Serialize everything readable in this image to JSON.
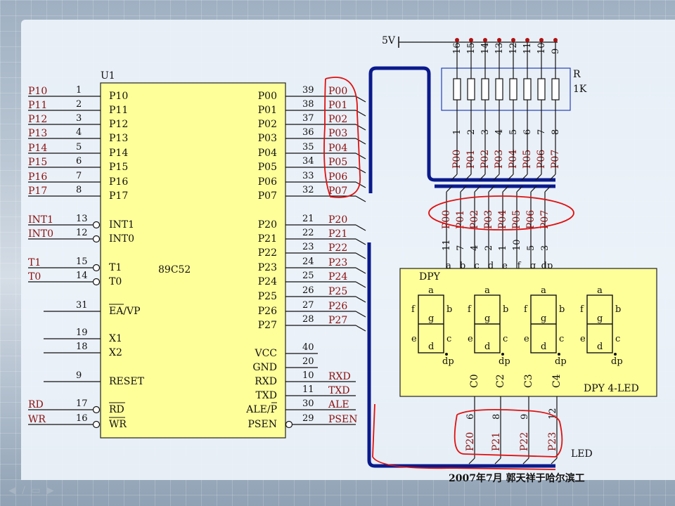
{
  "chip": {
    "designator": "U1",
    "part": "89C52",
    "left_pins": [
      {
        "num": "1",
        "name": "P10",
        "net": "P10"
      },
      {
        "num": "2",
        "name": "P11",
        "net": "P11"
      },
      {
        "num": "3",
        "name": "P12",
        "net": "P12"
      },
      {
        "num": "4",
        "name": "P13",
        "net": "P13"
      },
      {
        "num": "5",
        "name": "P14",
        "net": "P14"
      },
      {
        "num": "6",
        "name": "P15",
        "net": "P15"
      },
      {
        "num": "7",
        "name": "P16",
        "net": "P16"
      },
      {
        "num": "8",
        "name": "P17",
        "net": "P17"
      },
      {
        "num": "13",
        "name": "INT1",
        "net": "INT1"
      },
      {
        "num": "12",
        "name": "INT0",
        "net": "INT0"
      },
      {
        "num": "15",
        "name": "T1",
        "net": "T1"
      },
      {
        "num": "14",
        "name": "T0",
        "net": "T0"
      },
      {
        "num": "31",
        "name": "EA/VP",
        "net": ""
      },
      {
        "num": "19",
        "name": "X1",
        "net": ""
      },
      {
        "num": "18",
        "name": "X2",
        "net": ""
      },
      {
        "num": "9",
        "name": "RESET",
        "net": ""
      },
      {
        "num": "17",
        "name": "RD",
        "net": "RD"
      },
      {
        "num": "16",
        "name": "WR",
        "net": "WR"
      }
    ],
    "right_pins": [
      {
        "num": "39",
        "name": "P00",
        "net": "P00"
      },
      {
        "num": "38",
        "name": "P01",
        "net": "P01"
      },
      {
        "num": "37",
        "name": "P02",
        "net": "P02"
      },
      {
        "num": "36",
        "name": "P03",
        "net": "P03"
      },
      {
        "num": "35",
        "name": "P04",
        "net": "P04"
      },
      {
        "num": "34",
        "name": "P05",
        "net": "P05"
      },
      {
        "num": "33",
        "name": "P06",
        "net": "P06"
      },
      {
        "num": "32",
        "name": "P07",
        "net": "P07"
      },
      {
        "num": "21",
        "name": "P20",
        "net": "P20"
      },
      {
        "num": "22",
        "name": "P21",
        "net": "P21"
      },
      {
        "num": "23",
        "name": "P22",
        "net": "P22"
      },
      {
        "num": "24",
        "name": "P23",
        "net": "P23"
      },
      {
        "num": "25",
        "name": "P24",
        "net": "P24"
      },
      {
        "num": "26",
        "name": "P25",
        "net": "P25"
      },
      {
        "num": "27",
        "name": "P26",
        "net": "P26"
      },
      {
        "num": "28",
        "name": "P27",
        "net": "P27"
      },
      {
        "num": "40",
        "name": "VCC",
        "net": ""
      },
      {
        "num": "20",
        "name": "GND",
        "net": ""
      },
      {
        "num": "10",
        "name": "RXD",
        "net": "RXD"
      },
      {
        "num": "11",
        "name": "TXD",
        "net": "TXD"
      },
      {
        "num": "30",
        "name": "ALE/P",
        "net": "ALE"
      },
      {
        "num": "29",
        "name": "PSEN",
        "net": "PSEN"
      }
    ]
  },
  "resistor": {
    "supply": "5V",
    "designator": "R",
    "value": "1K",
    "top_pins": [
      "16",
      "15",
      "14",
      "13",
      "12",
      "11",
      "10",
      "9"
    ],
    "bottom_pins": [
      "1",
      "2",
      "3",
      "4",
      "5",
      "6",
      "7",
      "8"
    ],
    "bottom_nets": [
      "P00",
      "P01",
      "P02",
      "P03",
      "P04",
      "P05",
      "P06",
      "P07"
    ]
  },
  "display": {
    "seg_nets": [
      "P00",
      "P01",
      "P02",
      "P03",
      "P04",
      "P05",
      "P06",
      "P07"
    ],
    "seg_pins": [
      "11",
      "7",
      "4",
      "2",
      "1",
      "10",
      "5",
      "3"
    ],
    "seg_letters": [
      "a",
      "b",
      "c",
      "d",
      "e",
      "f",
      "g",
      "dp"
    ],
    "label": "DPY",
    "part": "DPY 4-LED",
    "digit_segments": [
      "a",
      "b",
      "c",
      "d",
      "e",
      "f",
      "g",
      "dp"
    ],
    "commons": [
      "C0",
      "C2",
      "C3",
      "C4"
    ],
    "common_pins": [
      "6",
      "8",
      "9",
      "12"
    ],
    "common_nets": [
      "P20",
      "P21",
      "P22",
      "P23"
    ]
  },
  "title": "LED",
  "footer": "2007年7月  郭天祥于哈尔滨工",
  "colors": {
    "chip": "#ffff9a",
    "bus": "#0a1a8c",
    "annotation": "#e01010",
    "net": "#8b1010",
    "watermark": "#a7b4c2"
  }
}
